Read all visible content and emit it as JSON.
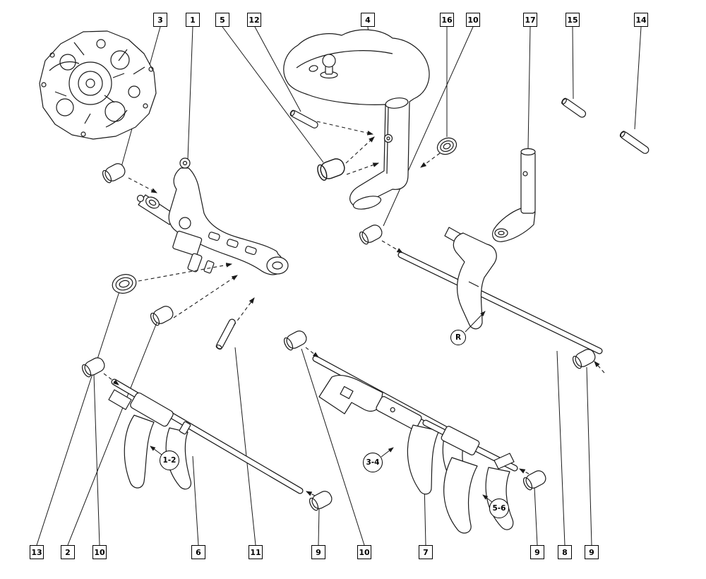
{
  "figure": {
    "callouts": {
      "top": [
        {
          "label": "3"
        },
        {
          "label": "1"
        },
        {
          "label": "5"
        },
        {
          "label": "12"
        },
        {
          "label": "4"
        },
        {
          "label": "16"
        },
        {
          "label": "10"
        },
        {
          "label": "17"
        },
        {
          "label": "15"
        },
        {
          "label": "14"
        }
      ],
      "bottom": [
        {
          "label": "13"
        },
        {
          "label": "2"
        },
        {
          "label": "10"
        },
        {
          "label": "6"
        },
        {
          "label": "11"
        },
        {
          "label": "9"
        },
        {
          "label": "10"
        },
        {
          "label": "7"
        },
        {
          "label": "9"
        },
        {
          "label": "8"
        },
        {
          "label": "9"
        }
      ]
    },
    "part_labels": [
      {
        "label": "1-2"
      },
      {
        "label": "3-4"
      },
      {
        "label": "5-6"
      },
      {
        "label": "R"
      }
    ],
    "colors": {
      "line": "#1a1a1a",
      "background": "#ffffff"
    }
  }
}
